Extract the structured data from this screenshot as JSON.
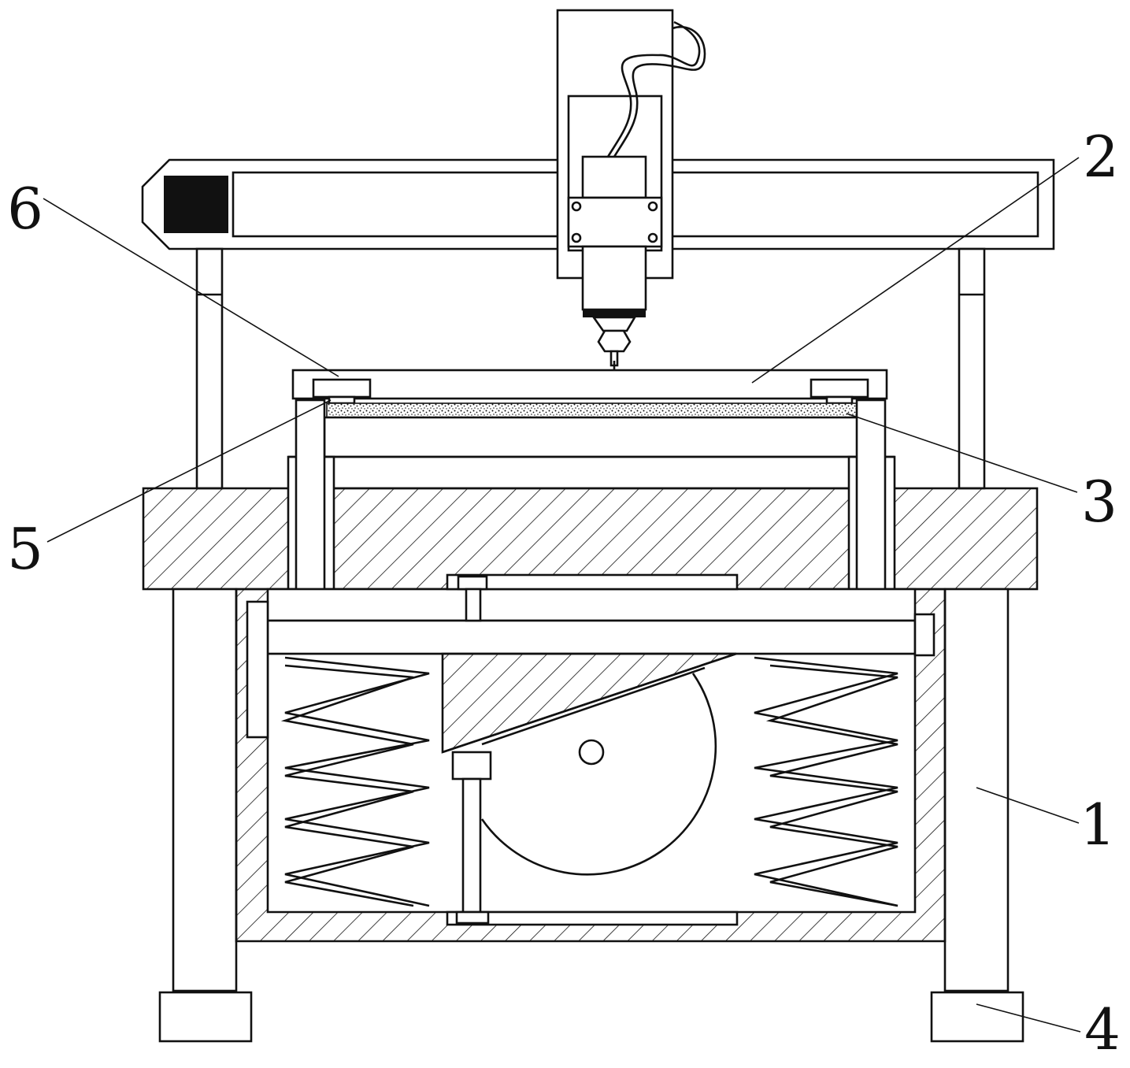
{
  "figure": {
    "labels": [
      {
        "id": "label-1",
        "text": "1"
      },
      {
        "id": "label-2",
        "text": "2"
      },
      {
        "id": "label-3",
        "text": "3"
      },
      {
        "id": "label-4",
        "text": "4"
      },
      {
        "id": "label-5",
        "text": "5"
      },
      {
        "id": "label-6",
        "text": "6"
      }
    ],
    "colors": {
      "line": "#111111",
      "background": "#ffffff"
    }
  }
}
